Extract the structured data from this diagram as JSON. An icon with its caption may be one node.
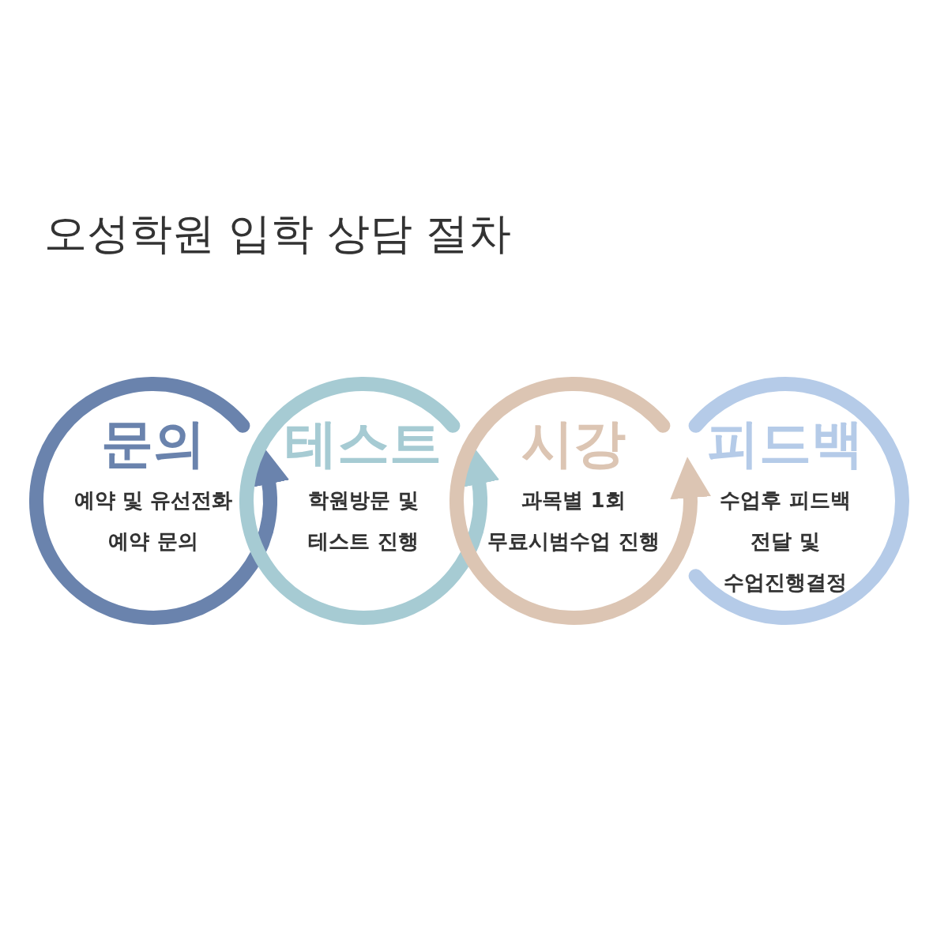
{
  "diagram": {
    "title": "오성학원 입학 상담 절차",
    "nodes": [
      {
        "text": [
          "문의",
          "예약 및 유선전화 예약 문의"
        ]
      },
      {
        "text": [
          "테스트",
          "학원방문 및 테스트 진행"
        ]
      },
      {
        "text": [
          "시강",
          "과목별 1회 무료시범수업 진행"
        ]
      },
      {
        "text": [
          "피드백",
          "수업후 피드백 전달 및 수업진행결정"
        ]
      }
    ],
    "edges": [
      {
        "from": 0,
        "to": 1,
        "arrow": "to",
        "color": "#6a83ad"
      },
      {
        "from": 1,
        "to": 2,
        "arrow": "to",
        "color": "#a6cbd3"
      },
      {
        "from": 2,
        "to": 3,
        "arrow": "to",
        "color": "#dcc5b3"
      }
    ]
  }
}
